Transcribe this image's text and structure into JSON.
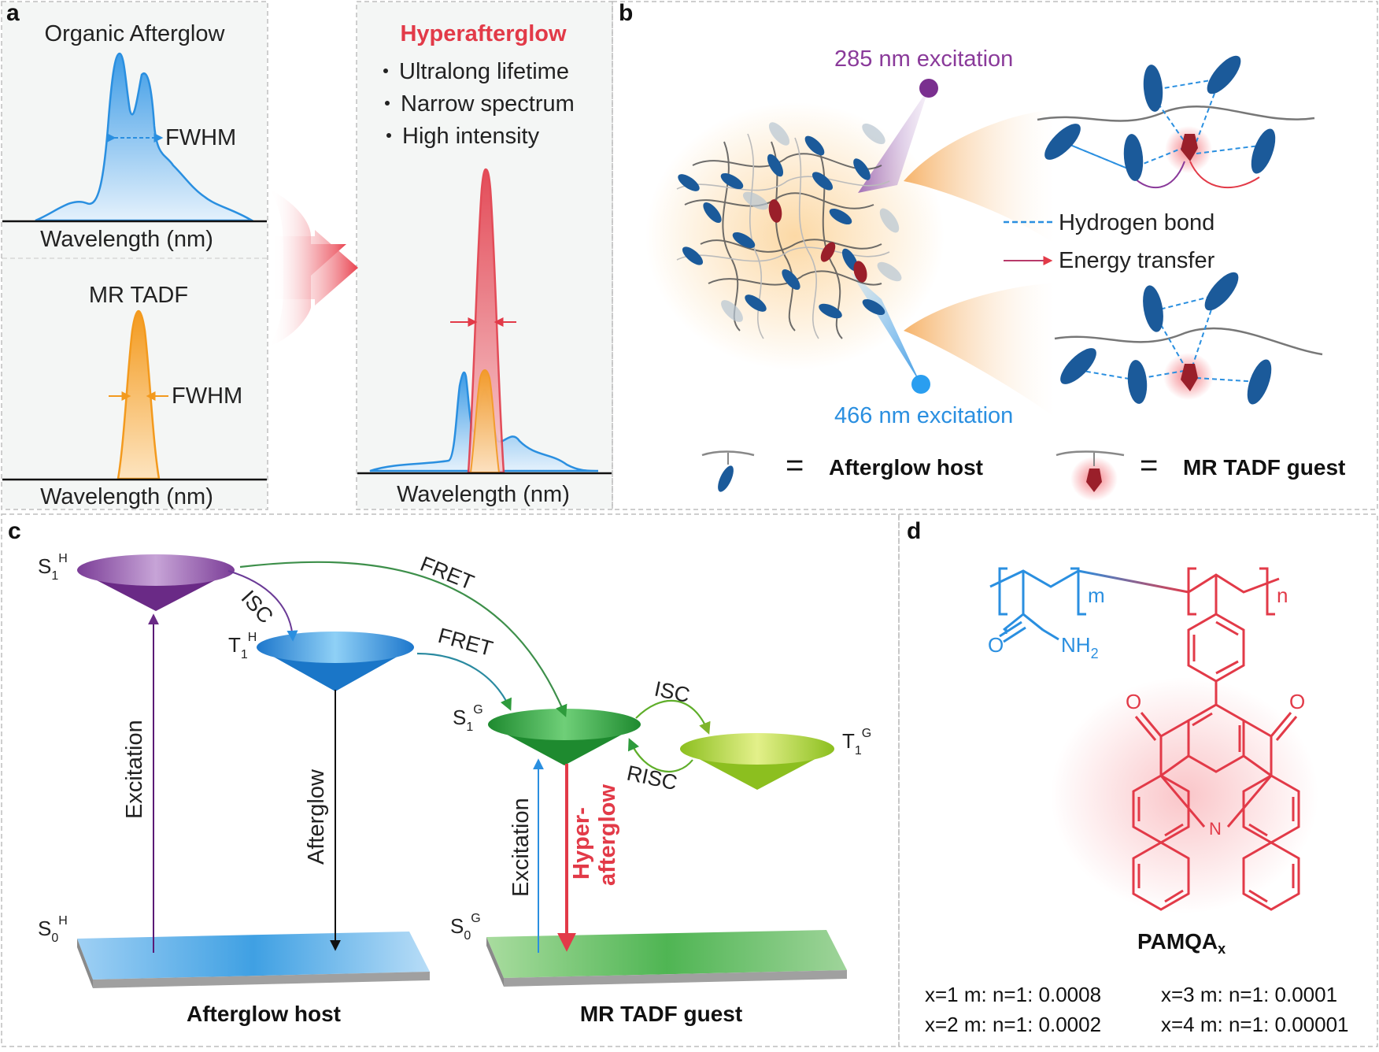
{
  "panels": {
    "a": {
      "letter": "a",
      "organic_title": "Organic Afterglow",
      "fwhm_label_1": "FWHM",
      "wavelength_1": "Wavelength (nm)",
      "mr_title": "MR TADF",
      "fwhm_label_2": "FWHM",
      "wavelength_2": "Wavelength (nm)",
      "hyper_title": "Hyperafterglow",
      "bullets": [
        "Ultralong lifetime",
        "Narrow spectrum",
        "High intensity"
      ],
      "wavelength_3": "Wavelength (nm)"
    },
    "b": {
      "letter": "b",
      "excitation_285": "285 nm excitation",
      "excitation_466": "466 nm excitation",
      "legend_hbond": "Hydrogen bond",
      "legend_energy": "Energy transfer",
      "legend_host": "Afterglow host",
      "legend_guest": "MR TADF guest",
      "equals": "="
    },
    "c": {
      "letter": "c",
      "s1h_main": "S",
      "s1h_sub": "1",
      "s1h_sup": "H",
      "t1h_main": "T",
      "t1h_sub": "1",
      "t1h_sup": "H",
      "s0h_main": "S",
      "s0h_sub": "0",
      "s0h_sup": "H",
      "s1g_main": "S",
      "s1g_sub": "1",
      "s1g_sup": "G",
      "t1g_main": "T",
      "t1g_sub": "1",
      "t1g_sup": "G",
      "s0g_main": "S",
      "s0g_sub": "0",
      "s0g_sup": "G",
      "isc_1": "ISC",
      "fret_1": "FRET",
      "fret_2": "FRET",
      "isc_2": "ISC",
      "risc": "RISC",
      "excitation_1": "Excitation",
      "afterglow": "Afterglow",
      "excitation_2": "Excitation",
      "hyper_1": "Hyper-",
      "hyper_2": "afterglow",
      "host_label": "Afterglow host",
      "guest_label": "MR TADF guest"
    },
    "d": {
      "letter": "d",
      "m": "m",
      "n": "n",
      "o": "O",
      "nh": "NH",
      "nh_sub": "2",
      "n_atom": "N",
      "o_left": "O",
      "o_right": "O",
      "compound_main": "PAMQA",
      "compound_sub": "x",
      "ratios": [
        "x=1 m: n=1: 0.0008",
        "x=3 m: n=1: 0.0001",
        "x=2 m: n=1: 0.0002",
        "x=4 m: n=1: 0.00001"
      ]
    }
  },
  "colors": {
    "blue": "#2a8fe0",
    "orange": "#f39a1e",
    "red": "#e23a48",
    "purple": "#7a2f8f",
    "green": "#2e9b3c",
    "navy": "#1b5a9a"
  }
}
